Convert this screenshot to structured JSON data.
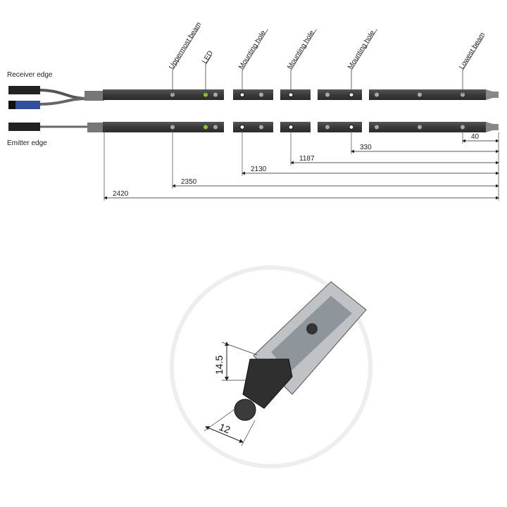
{
  "edges": {
    "receiver": "Receiver edge",
    "emitter": "Emitter edge"
  },
  "callouts": [
    "Uppermost beam",
    "LED",
    "Mounting hole",
    "Mounting hole",
    "Mounting hole",
    "Lowest beam"
  ],
  "dimensions": [
    "40",
    "330",
    "1187",
    "2130",
    "2350",
    "2420"
  ],
  "detail": {
    "height": "14.5",
    "width": "12"
  },
  "colors": {
    "bar": "#3c3c3c",
    "led": "#8cc63f",
    "connector_blue": "#2e4f9a"
  }
}
